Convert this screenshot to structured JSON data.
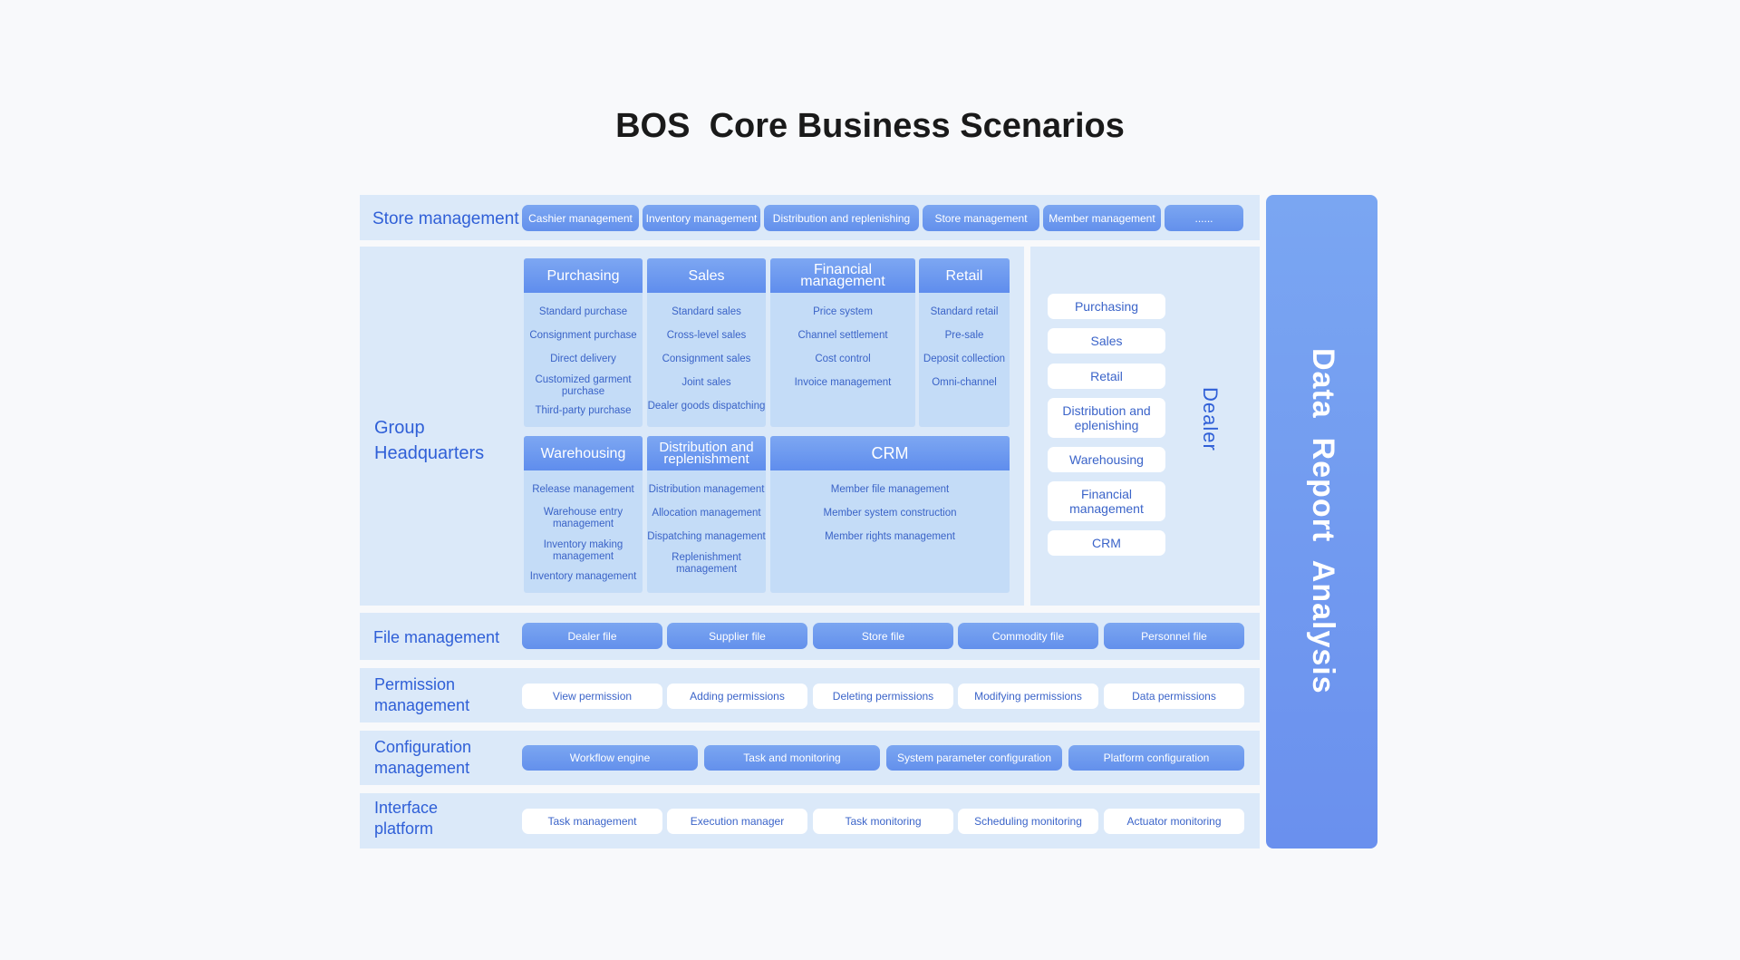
{
  "title": "BOS  Core Business Scenarios",
  "store": {
    "label": "Store management",
    "items": [
      "Cashier management",
      "Inventory management",
      "Distribution and replenishing",
      "Store management",
      "Member management",
      "......"
    ]
  },
  "group": {
    "label_line1": "Group",
    "label_line2": "Headquarters",
    "cards": [
      {
        "title": "Purchasing",
        "items": [
          "Standard purchase",
          "Consignment purchase",
          "Direct delivery",
          "Customized garment purchase",
          "Third-party purchase"
        ]
      },
      {
        "title": "Sales",
        "items": [
          "Standard sales",
          "Cross-level sales",
          "Consignment sales",
          "Joint sales",
          "Dealer goods dispatching"
        ]
      },
      {
        "title": "Financial management",
        "items": [
          "Price system",
          "Channel settlement",
          "Cost control",
          "Invoice management"
        ]
      },
      {
        "title": "Retail",
        "items": [
          "Standard retail",
          "Pre-sale",
          "Deposit collection",
          "Omni-channel"
        ]
      },
      {
        "title": "Warehousing",
        "items": [
          "Release management",
          "Warehouse entry management",
          "Inventory making management",
          "Inventory management"
        ]
      },
      {
        "title": "Distribution and replenishment",
        "items": [
          "Distribution management",
          "Allocation management",
          "Dispatching management",
          "Replenishment management"
        ]
      },
      {
        "title": "CRM",
        "items": [
          "Member file management",
          "Member system construction",
          "Member rights management"
        ]
      }
    ]
  },
  "dealer": {
    "label": "Dealer",
    "items": [
      "Purchasing",
      "Sales",
      "Retail",
      "Distribution and eplenishing",
      "Warehousing",
      "Financial management",
      "CRM"
    ]
  },
  "file": {
    "label": "File management",
    "items": [
      "Dealer file",
      "Supplier file",
      "Store file",
      "Commodity file",
      "Personnel file"
    ]
  },
  "permission": {
    "label_line1": "Permission",
    "label_line2": "management",
    "items": [
      "View permission",
      "Adding permissions",
      "Deleting permissions",
      "Modifying permissions",
      "Data permissions"
    ]
  },
  "configuration": {
    "label_line1": "Configuration",
    "label_line2": "management",
    "items": [
      "Workflow engine",
      "Task and monitoring",
      "System parameter configuration",
      "Platform configuration"
    ]
  },
  "interface": {
    "label_line1": "Interface",
    "label_line2": "platform",
    "items": [
      "Task management",
      "Execution manager",
      "Task monitoring",
      "Scheduling monitoring",
      "Actuator monitoring"
    ]
  },
  "report": {
    "label": "Data  Report  Analysis"
  },
  "colors": {
    "accent": "#6390ec",
    "panel": "#dbe9f9",
    "card": "#c4dcf7",
    "text_blue": "#2f5fd7"
  }
}
